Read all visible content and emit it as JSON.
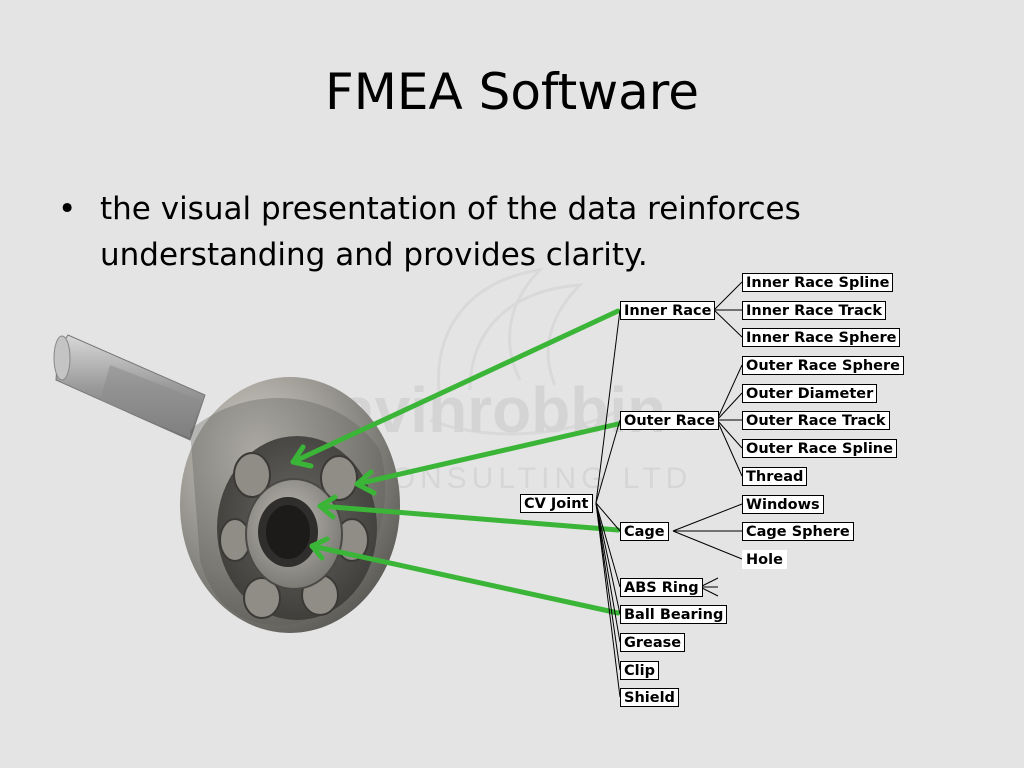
{
  "slide": {
    "title": "FMEA Software",
    "bullet_marker": "•",
    "bullet_text": "the visual presentation of the data reinforces understanding and provides clarity."
  },
  "watermark": {
    "text_main": "gavinrobbin",
    "text_sub": "CONSULTING LTD"
  },
  "colors": {
    "background": "#e4e4e4",
    "arrow": "#3bb537",
    "node_border": "#000000",
    "node_fill": "#ffffff"
  },
  "tree": {
    "root": "CV Joint",
    "inner_race": {
      "label": "Inner Race",
      "children": [
        "Inner Race Spline",
        "Inner Race Track",
        "Inner Race Sphere"
      ]
    },
    "outer_race": {
      "label": "Outer Race",
      "children": [
        "Outer Race Sphere",
        "Outer Diameter",
        "Outer Race Track",
        "Outer Race Spline",
        "Thread"
      ]
    },
    "cage": {
      "label": "Cage",
      "children": [
        "Windows",
        "Cage Sphere",
        "Hole"
      ]
    },
    "abs_ring": "ABS Ring",
    "ball_bearing": "Ball Bearing",
    "grease": "Grease",
    "clip": "Clip",
    "shield": "Shield"
  }
}
